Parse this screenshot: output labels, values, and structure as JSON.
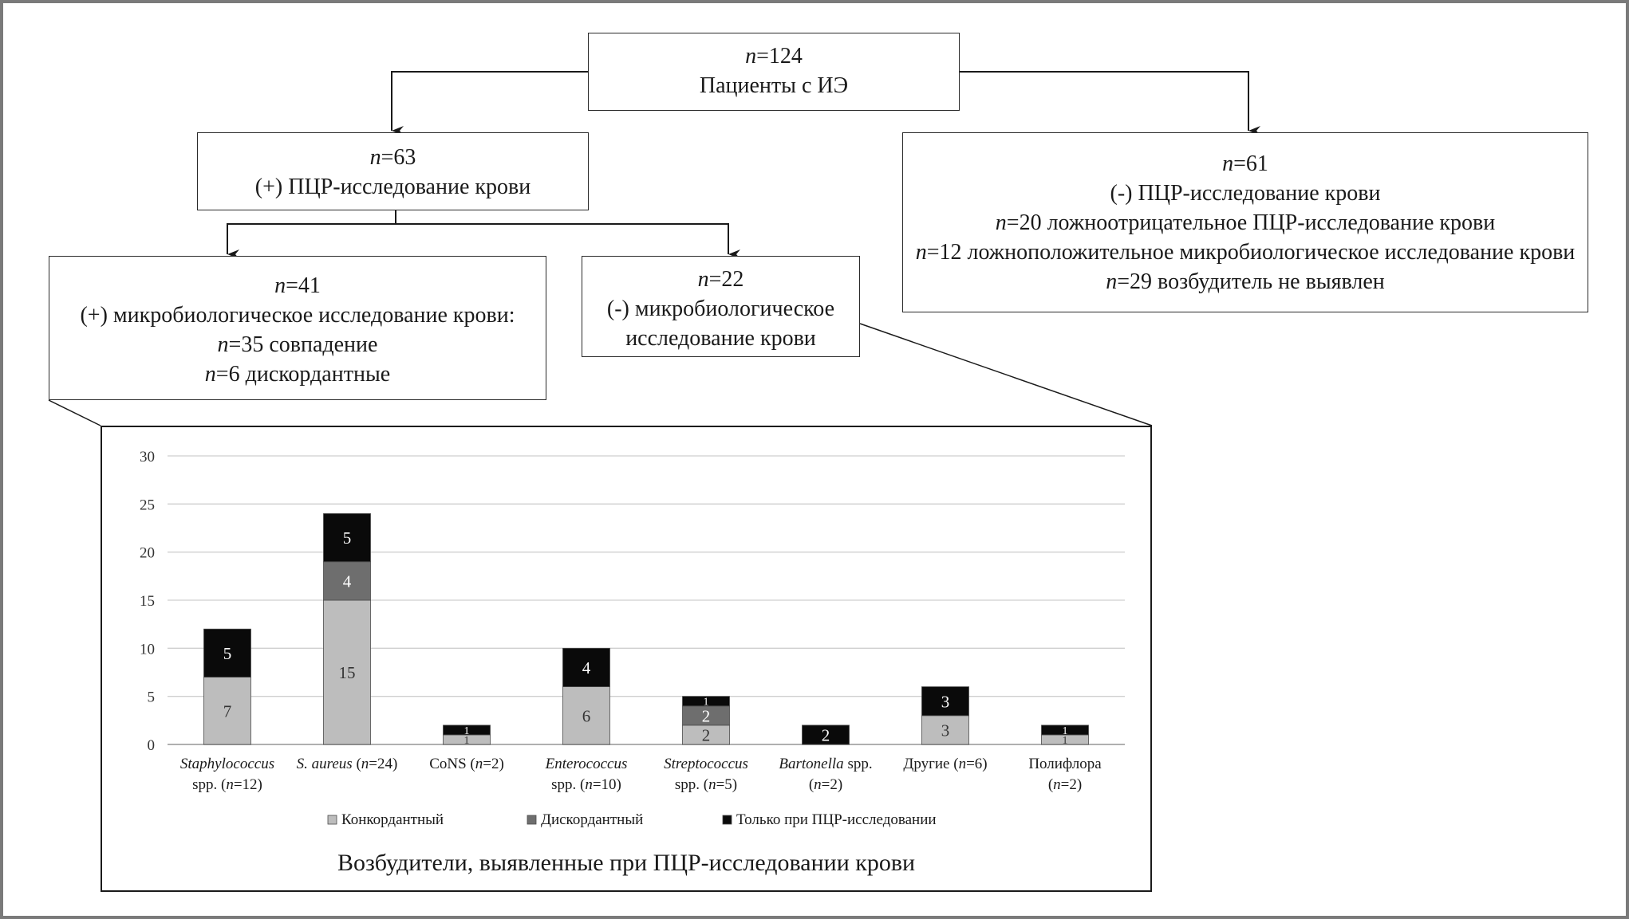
{
  "flow": {
    "root": {
      "n": "n",
      "n_value": "=124",
      "label": "Пациенты с ИЭ"
    },
    "pcr_positive": {
      "n": "n",
      "n_value": "=63",
      "label": "(+) ПЦР-исследование крови"
    },
    "pcr_negative": {
      "n": "n",
      "n_value": "=61",
      "label": "(-) ПЦР-исследование крови",
      "rows": [
        {
          "n": "n",
          "text": "=20 ложноотрицательное ПЦР-исследование крови"
        },
        {
          "n": "n",
          "text": "=12 ложноположительное микробиологическое исследование крови"
        },
        {
          "n": "n",
          "text": "=29 возбудитель не выявлен"
        }
      ]
    },
    "micro_positive": {
      "n": "n",
      "n_value": "=41",
      "label": "(+) микробиологическое исследование крови:",
      "rows": [
        {
          "n": "n",
          "text": "=35 совпадение"
        },
        {
          "n": "n",
          "text": "=6 дискордантные"
        }
      ]
    },
    "micro_negative": {
      "n": "n",
      "n_value": "=22",
      "label_line1": "(-) микробиологическое",
      "label_line2": "исследование крови"
    }
  },
  "chart_data": {
    "type": "bar",
    "stacked": true,
    "title": "Возбудители, выявленные при ПЦР-исследовании крови",
    "ylim": [
      0,
      30
    ],
    "yticks": [
      0,
      5,
      10,
      15,
      20,
      25,
      30
    ],
    "grid": true,
    "legend_position": "bottom",
    "categories": [
      {
        "parts": [
          {
            "t": "Staphylococcus",
            "i": true
          }
        ],
        "line2": [
          {
            "t": "spp. ("
          },
          {
            "t": "n",
            "i": true
          },
          {
            "t": "=12)"
          }
        ]
      },
      {
        "parts": [
          {
            "t": "S. aureus",
            "i": true
          },
          {
            "t": " ("
          },
          {
            "t": "n",
            "i": true
          },
          {
            "t": "=24)"
          }
        ],
        "line2": []
      },
      {
        "parts": [
          {
            "t": "CoNS ("
          },
          {
            "t": "n",
            "i": true
          },
          {
            "t": "=2)"
          }
        ],
        "line2": []
      },
      {
        "parts": [
          {
            "t": "Enterococcus",
            "i": true
          }
        ],
        "line2": [
          {
            "t": "spp. ("
          },
          {
            "t": "n",
            "i": true
          },
          {
            "t": "=10)"
          }
        ]
      },
      {
        "parts": [
          {
            "t": "Streptococcus",
            "i": true
          }
        ],
        "line2": [
          {
            "t": "spp. ("
          },
          {
            "t": "n",
            "i": true
          },
          {
            "t": "=5)"
          }
        ]
      },
      {
        "parts": [
          {
            "t": "Bartonella",
            "i": true
          },
          {
            "t": " spp."
          }
        ],
        "line2": [
          {
            "t": "("
          },
          {
            "t": "n",
            "i": true
          },
          {
            "t": "=2)"
          }
        ]
      },
      {
        "parts": [
          {
            "t": "Другие  ("
          },
          {
            "t": "n",
            "i": true
          },
          {
            "t": "=6)"
          }
        ],
        "line2": []
      },
      {
        "parts": [
          {
            "t": "Полифлора"
          }
        ],
        "line2": [
          {
            "t": "("
          },
          {
            "t": "n",
            "i": true
          },
          {
            "t": "=2)"
          }
        ]
      }
    ],
    "series": [
      {
        "name": "Конкордантный",
        "color": "#bdbdbd",
        "label_color": "#333333",
        "values": [
          7,
          15,
          1,
          6,
          2,
          0,
          3,
          1
        ]
      },
      {
        "name": "Дискордантный",
        "color": "#6e6e6e",
        "label_color": "#ffffff",
        "values": [
          0,
          4,
          0,
          0,
          2,
          0,
          0,
          0
        ]
      },
      {
        "name": "Только при ПЦР-исследовании",
        "color": "#0a0a0a",
        "label_color": "#ffffff",
        "values": [
          5,
          5,
          1,
          4,
          1,
          2,
          3,
          1
        ]
      }
    ]
  }
}
